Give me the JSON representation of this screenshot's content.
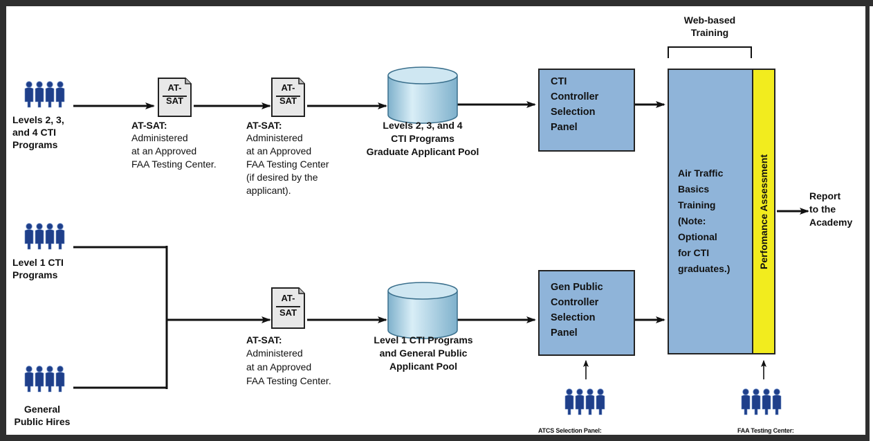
{
  "top_row": {
    "source_label": "Levels 2, 3,\nand 4 CTI\nPrograms",
    "test1": {
      "icon_text": "AT-\nSAT",
      "title": "AT-SAT:",
      "desc": "Administered\nat an Approved\nFAA Testing Center."
    },
    "test2": {
      "icon_text": "AT-\nSAT",
      "title": "AT-SAT:",
      "desc": "Administered\nat an Approved\nFAA Testing Center\n(if desired by the\napplicant)."
    },
    "pool_label": "Levels 2, 3, and 4\nCTI Programs\nGraduate Applicant Pool",
    "panel_label": "CTI\nController\nSelection\nPanel"
  },
  "bottom_row": {
    "source1_label": "Level 1 CTI\nPrograms",
    "source2_label": "General\nPublic Hires",
    "test": {
      "icon_text": "AT-\nSAT",
      "title": "AT-SAT:",
      "desc": "Administered\nat an Approved\nFAA Testing Center."
    },
    "pool_label": "Level 1 CTI Programs\nand General Public\nApplicant Pool",
    "panel_label": "Gen Public\nController\nSelection\nPanel",
    "panel_staff_label": "ATCS Selection Panel:",
    "testing_staff_label": "FAA Testing Center:"
  },
  "training": {
    "web_label": "Web-based\nTraining",
    "atb_label": "Air Traffic\nBasics\nTraining\n(Note:\nOptional\nfor CTI\ngraduates.)",
    "assessment_label": "Perfomance Assessment",
    "output_label": "Report\nto the\nAcademy"
  },
  "colors": {
    "panel_fill": "#8fb4d9",
    "assessment_fill": "#f2ec1e",
    "people_fill": "#1f3f8a",
    "frame": "#2f2f2f",
    "cylinder_fill": "#a9cfe3"
  }
}
